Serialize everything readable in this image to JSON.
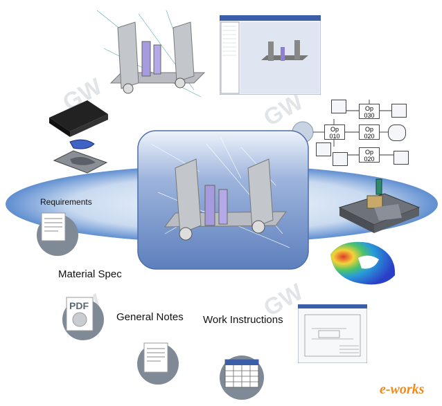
{
  "labels": {
    "requirements": "Requirements",
    "material_spec": "Material Spec",
    "general_notes": "General Notes",
    "work_instructions": "Work Instructions"
  },
  "process_plan": {
    "ops": [
      {
        "line1": "Op",
        "line2": "030"
      },
      {
        "line1": "Op",
        "line2": "010"
      },
      {
        "line1": "Op",
        "line2": "020"
      },
      {
        "line1": "Op",
        "line2": "020"
      }
    ]
  },
  "pdf_icon_text": "PDF",
  "watermark": "GW",
  "logo": "e-works",
  "colors": {
    "ellipse": "#c9daf0",
    "center_panel": "#6e8fc4",
    "part_gray": "#c3c7cc",
    "part_purple": "#a79be0",
    "fea_red": "#e03a2a",
    "fea_blue": "#2a3fc8",
    "logo_orange": "#f28a1c"
  }
}
